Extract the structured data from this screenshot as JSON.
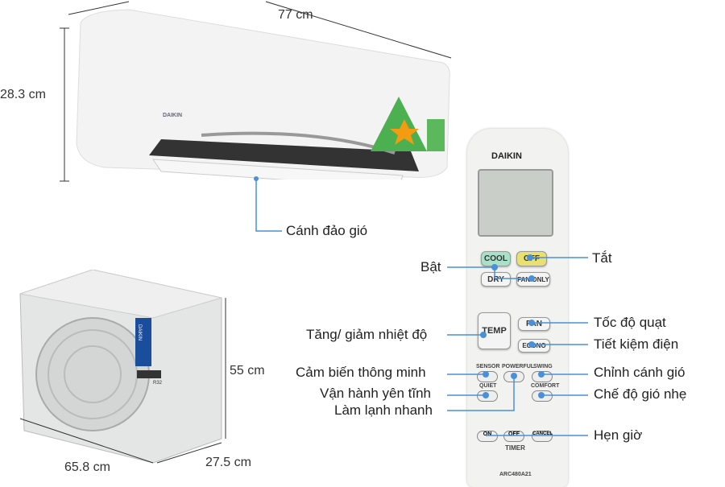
{
  "dimensions": {
    "width": "77 cm",
    "height_indoor": "28.3 cm",
    "height_outdoor": "55 cm",
    "width_outdoor": "65.8 cm",
    "depth_outdoor": "27.5 cm"
  },
  "indoor": {
    "brand": "DAIKIN",
    "callout": "Cánh đảo gió"
  },
  "outdoor": {
    "brand": "DAIKIN",
    "badge": "R32"
  },
  "remote": {
    "brand": "DAIKIN",
    "model": "ARC480A21",
    "buttons": {
      "cool": "COOL",
      "off": "OFF",
      "dry": "DRY",
      "fan_only": "FAN ONLY",
      "temp": "TEMP",
      "fan": "FAN",
      "econo": "ECONO",
      "sensor": "SENSOR",
      "powerful": "POWERFUL",
      "swing": "SWING",
      "quiet": "QUIET",
      "comfort": "COMFORT",
      "timer_on": "ON",
      "timer_off": "OFF",
      "cancel": "CANCEL",
      "timer": "TIMER"
    }
  },
  "callouts": {
    "on": "Bật",
    "off": "Tắt",
    "temp": "Tăng/ giảm nhiệt độ",
    "fan": "Tốc độ quạt",
    "econo": "Tiết kiệm điện",
    "sensor": "Cảm biến thông minh",
    "swing": "Chỉnh cánh gió",
    "quiet": "Vận hành yên tĩnh",
    "comfort": "Chế độ gió nhẹ",
    "powerful": "Làm lạnh nhanh",
    "timer": "Hẹn giờ"
  },
  "colors": {
    "accent": "#4a90d9",
    "cool": "#a8e0c8",
    "off": "#e8e070"
  }
}
